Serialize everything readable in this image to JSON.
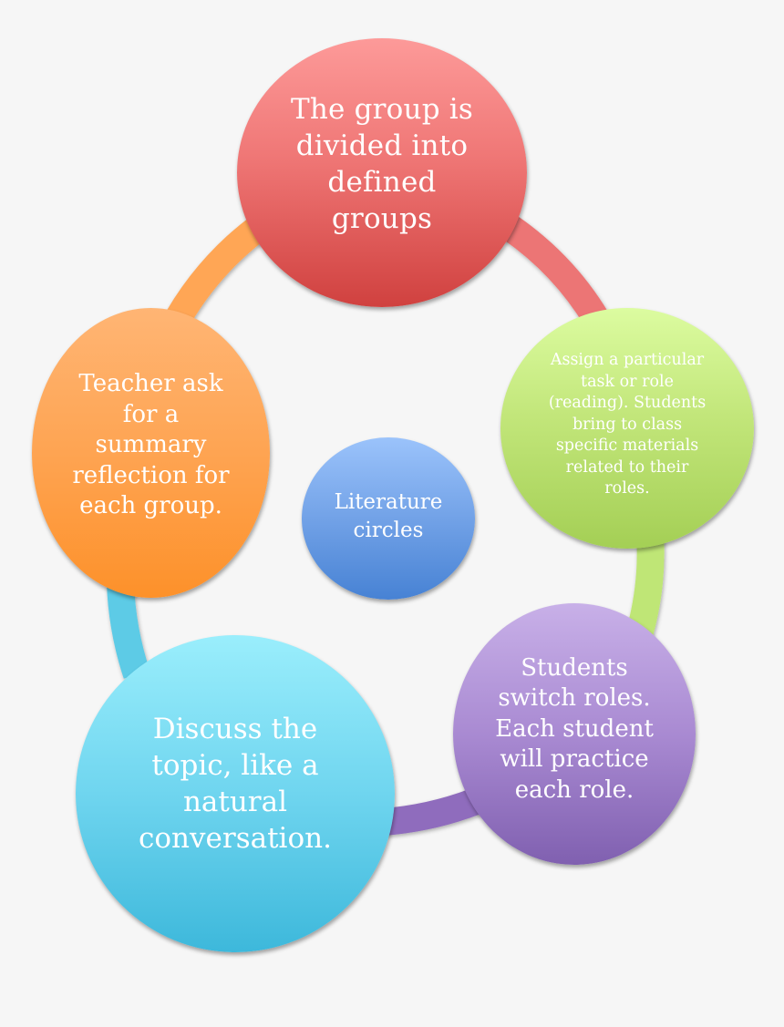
{
  "diagram": {
    "type": "cycle",
    "background": "#f6f6f6",
    "center": {
      "label": "Literature\ncircles",
      "color": "#6a9be3"
    },
    "steps": [
      {
        "id": "red",
        "label": "The group is\ndivided into\ndefined\ngroups",
        "color": "#e86968"
      },
      {
        "id": "green",
        "label": "Assign a particular\ntask or role\n(reading). Students\nbring to class\nspecific materials\nrelated to their\nroles.",
        "color": "#bce070"
      },
      {
        "id": "purple",
        "label": "Students\nswitch roles.\nEach student\nwill practice\neach role.",
        "color": "#9d7ec8"
      },
      {
        "id": "cyan",
        "label": "Discuss the\ntopic, like a\nnatural\nconversation.",
        "color": "#64cde9"
      },
      {
        "id": "orange",
        "label": "Teacher ask\nfor a\nsummary\nreflection for\neach group.",
        "color": "#fea14a"
      }
    ],
    "connectors": [
      {
        "from": "red",
        "to": "green",
        "color": "#ec7574"
      },
      {
        "from": "green",
        "to": "purple",
        "color": "#bfe676"
      },
      {
        "from": "purple",
        "to": "cyan",
        "color": "#8f6cbd"
      },
      {
        "from": "cyan",
        "to": "orange",
        "color": "#5dcbe6"
      },
      {
        "from": "orange",
        "to": "red",
        "color": "#ffa655"
      }
    ]
  }
}
